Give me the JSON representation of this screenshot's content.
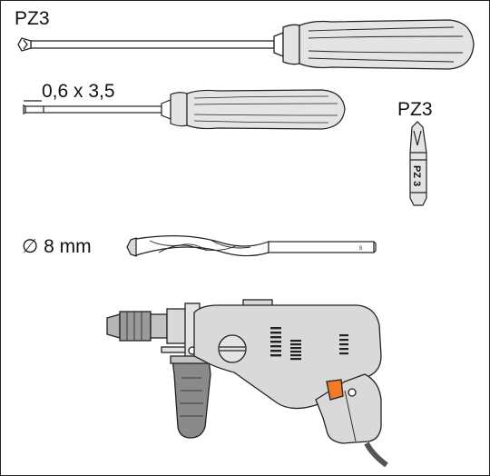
{
  "labels": {
    "phillips_screwdriver": "PZ3",
    "flat_screwdriver": "0,6 x 3,5",
    "screwdriver_bit": "PZ3",
    "bit_marking": "PZ 3",
    "drill_bit": "∅ 8 mm",
    "drill_bit_marking": "8"
  },
  "colors": {
    "outline": "#222222",
    "handle_fill": "#e4e4e4",
    "body_fill": "#d9d9d9",
    "dark_grip": "#8a8a8a",
    "trigger": "#f07a28",
    "cable": "#555555"
  }
}
